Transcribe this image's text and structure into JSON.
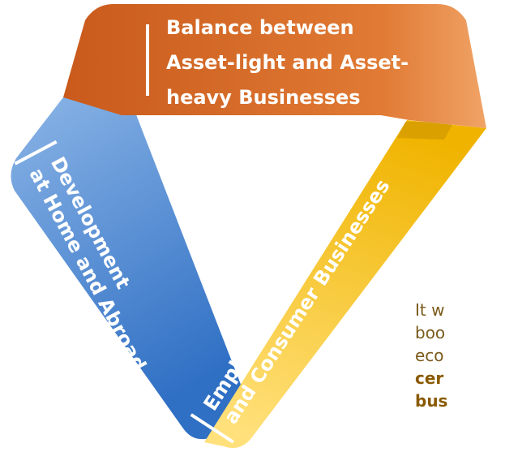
{
  "bands": {
    "top": {
      "lines": [
        "Balance between",
        "Asset-light and Asset-",
        "heavy Businesses"
      ],
      "color_start": "#c95a1c",
      "color_end": "#f0a366"
    },
    "left": {
      "lines": [
        "Development",
        "at Home and Abroad"
      ],
      "color_start": "#8fb8e8",
      "color_end": "#2f6fc4"
    },
    "right": {
      "lines": [
        "Emphasis on Municipal",
        "and Consumer Businesses"
      ],
      "color_start": "#ffe07a",
      "color_end": "#f0b400"
    }
  },
  "side_text": {
    "lines": [
      "It w",
      "boo",
      "eco",
      "cer",
      "bus"
    ]
  }
}
